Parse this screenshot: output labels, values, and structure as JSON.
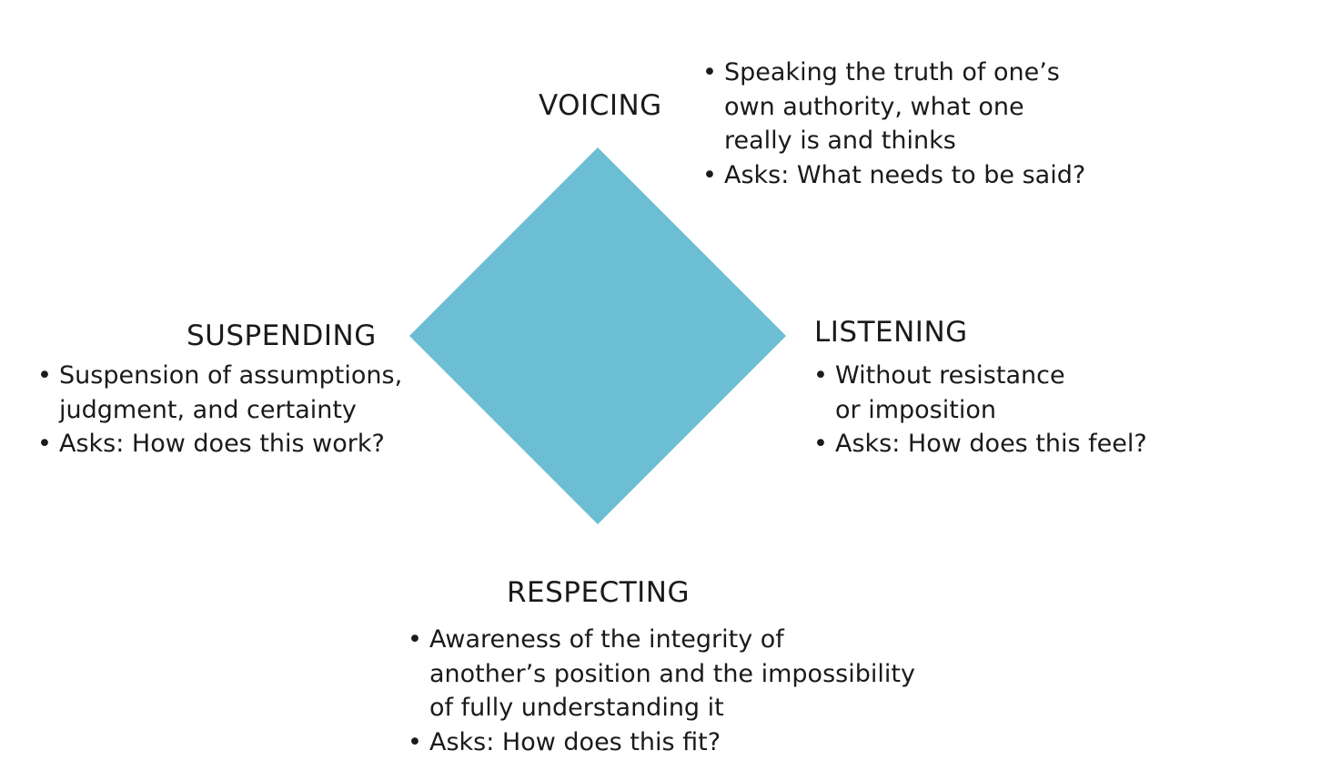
{
  "diagram": {
    "diamond_color": "#6bbed4",
    "nodes": {
      "voicing": {
        "heading": "VOICING",
        "bullets": [
          [
            "Speaking the truth of one’s",
            "own authority, what one",
            "really is and thinks"
          ],
          [
            "Asks: What needs to be said?"
          ]
        ]
      },
      "suspending": {
        "heading": "SUSPENDING",
        "bullets": [
          [
            "Suspension of assumptions,",
            "judgment, and certainty"
          ],
          [
            "Asks: How does this work?"
          ]
        ]
      },
      "listening": {
        "heading": "LISTENING",
        "bullets": [
          [
            "Without resistance",
            "or imposition"
          ],
          [
            "Asks: How does this feel?"
          ]
        ]
      },
      "respecting": {
        "heading": "RESPECTING",
        "bullets": [
          [
            "Awareness of the integrity of",
            "another’s position and the impossibility",
            "of fully understanding it"
          ],
          [
            "Asks: How does this fit?"
          ]
        ]
      }
    },
    "bullet_glyph": "•"
  }
}
